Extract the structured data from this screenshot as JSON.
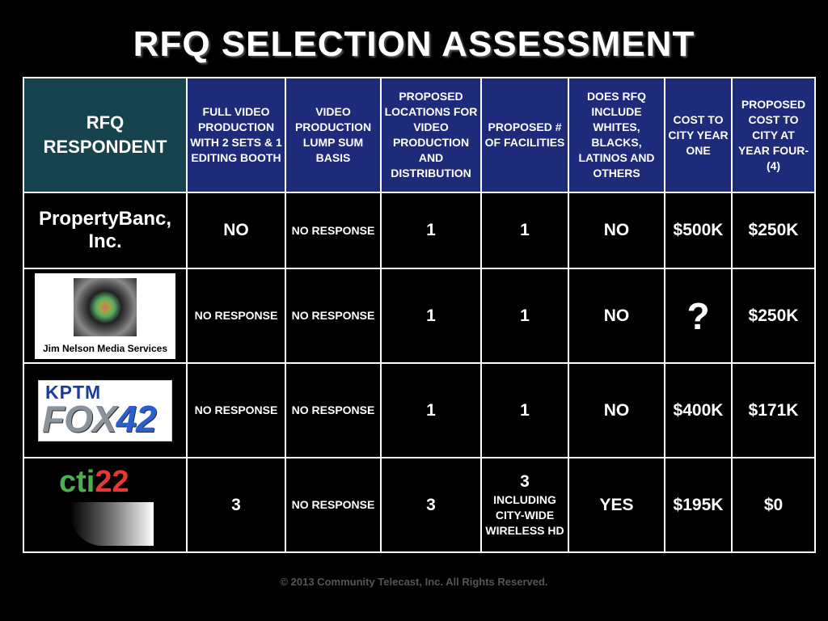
{
  "title": "RFQ SELECTION ASSESSMENT",
  "headers": [
    "RFQ RESPONDENT",
    "FULL VIDEO PRODUCTION WITH 2 SETS & 1 EDITING BOOTH",
    "VIDEO PRODUCTION LUMP SUM BASIS",
    "PROPOSED LOCATIONS FOR VIDEO PRODUCTION AND DISTRIBUTION",
    "PROPOSED # OF FACILITIES",
    "DOES RFQ INCLUDE WHITES, BLACKS, LATINOS AND OTHERS",
    "COST TO CITY YEAR ONE",
    "PROPOSED COST TO CITY AT YEAR FOUR-(4)"
  ],
  "rows": [
    {
      "respondent": "PropertyBanc, Inc.",
      "full_video": "NO",
      "lump_sum": "NO RESPONSE",
      "locations": "1",
      "facilities": "1",
      "includes": "NO",
      "cost_year_one": "$500K",
      "cost_year_four": "$250K"
    },
    {
      "respondent_logo_text": "Jim Nelson Media Services",
      "full_video": "NO RESPONSE",
      "lump_sum": "NO RESPONSE",
      "locations": "1",
      "facilities": "1",
      "includes": "NO",
      "cost_year_one": "?",
      "cost_year_four": "$250K"
    },
    {
      "respondent_logo_top": "KPTM",
      "respondent_logo_main": "FOX",
      "respondent_logo_num": "42",
      "full_video": "NO RESPONSE",
      "lump_sum": "NO RESPONSE",
      "locations": "1",
      "facilities": "1",
      "includes": "NO",
      "cost_year_one": "$400K",
      "cost_year_four": "$171K"
    },
    {
      "respondent_logo_a": "cti",
      "respondent_logo_b": "22",
      "full_video": "3",
      "lump_sum": "NO RESPONSE",
      "locations": "3",
      "facilities_big": "3",
      "facilities_small": "INCLUDING CITY-WIDE WIRELESS HD",
      "includes": "YES",
      "cost_year_one": "$195K",
      "cost_year_four": "$0"
    }
  ],
  "footer": "© 2013 Community Telecast, Inc.  All Rights Reserved.",
  "colors": {
    "background": "#000000",
    "header_first": "#16434d",
    "header": "#1e2a7a",
    "text": "#ffffff",
    "footer": "#555555"
  }
}
